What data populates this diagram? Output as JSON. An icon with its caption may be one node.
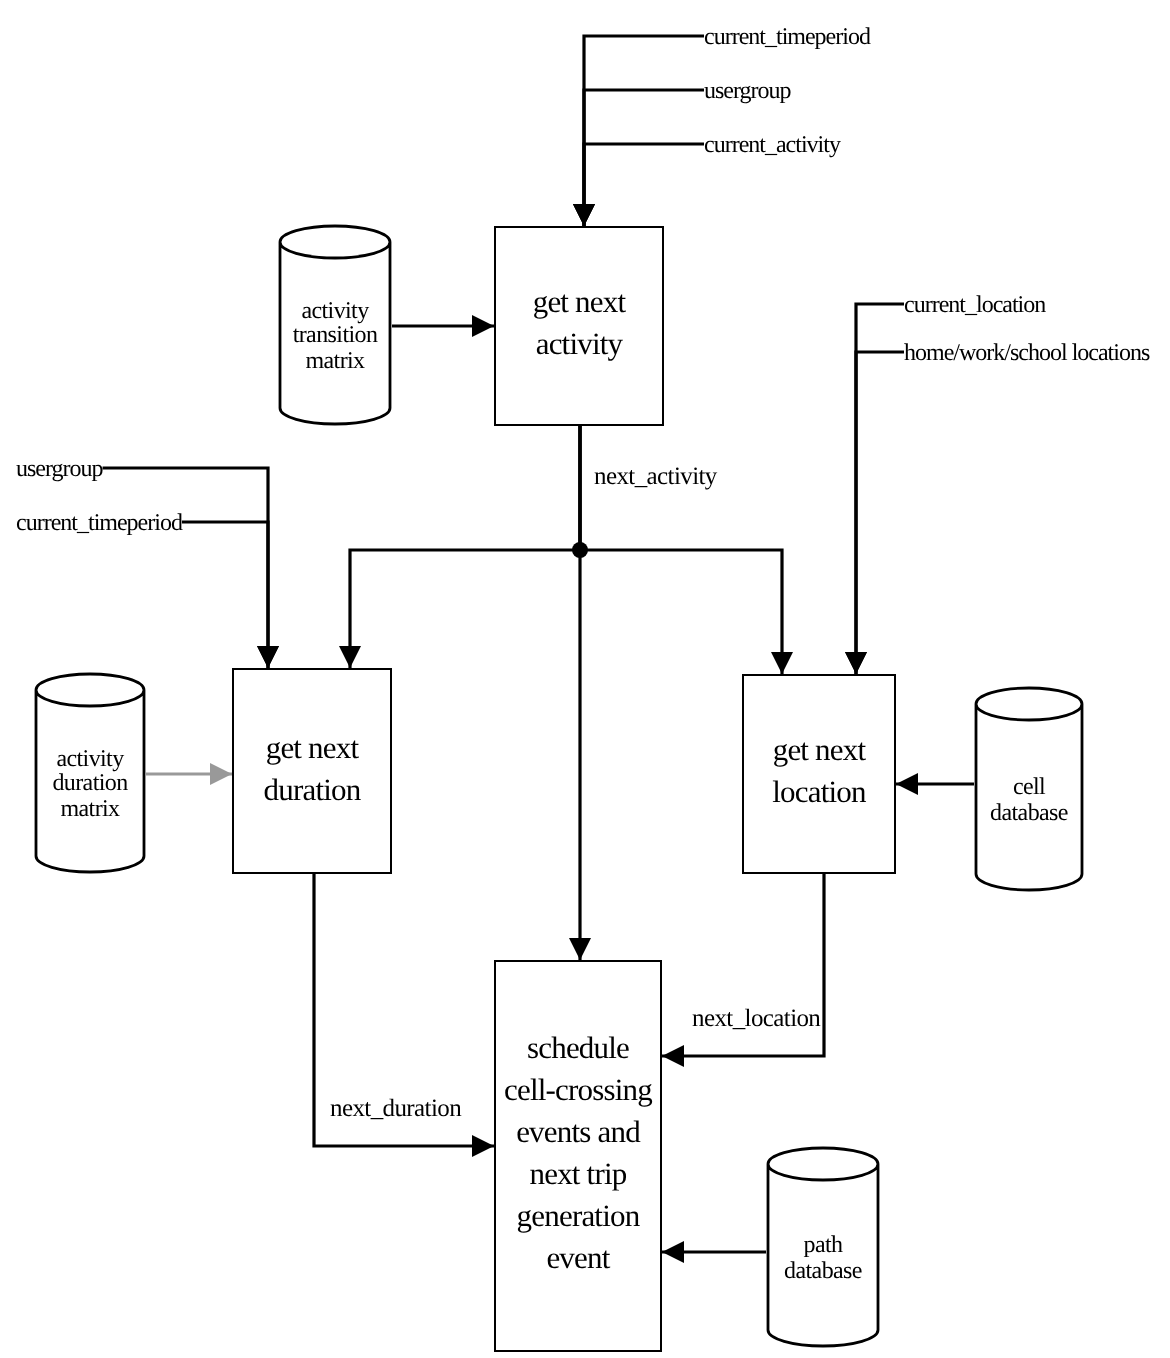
{
  "diagram": {
    "nodes": [
      {
        "text": [
          "get next activity"
        ]
      },
      {
        "text": [
          "activity transition matrix"
        ]
      },
      {
        "text": [
          "get next duration"
        ]
      },
      {
        "text": [
          "activity duration matrix"
        ]
      },
      {
        "text": [
          "get next location"
        ]
      },
      {
        "text": [
          "cell database"
        ]
      },
      {
        "text": [
          "schedule cell-crossing events and next trip generation event"
        ]
      },
      {
        "text": [
          "path database"
        ]
      },
      {
        "text": [
          "current_timeperiod"
        ]
      },
      {
        "text": [
          "usergroup"
        ]
      },
      {
        "text": [
          "current_activity"
        ]
      },
      {
        "text": [
          "current_location"
        ]
      },
      {
        "text": [
          "home/work/school locations"
        ]
      },
      {
        "text": [
          "usergroup"
        ]
      },
      {
        "text": [
          "current_timeperiod"
        ]
      }
    ],
    "edges": [
      {
        "from": 8,
        "to": 0,
        "arrow": "to"
      },
      {
        "from": 9,
        "to": 0,
        "arrow": "to"
      },
      {
        "from": 10,
        "to": 0,
        "arrow": "to"
      },
      {
        "from": 1,
        "to": 0,
        "arrow": "to"
      },
      {
        "from": 0,
        "to": 6,
        "arrow": "to",
        "label": "next_activity"
      },
      {
        "from": 0,
        "to": 2,
        "arrow": "to"
      },
      {
        "from": 0,
        "to": 4,
        "arrow": "to"
      },
      {
        "from": 11,
        "to": 4,
        "arrow": "to"
      },
      {
        "from": 12,
        "to": 4,
        "arrow": "to"
      },
      {
        "from": 13,
        "to": 2,
        "arrow": "to"
      },
      {
        "from": 14,
        "to": 2,
        "arrow": "to"
      },
      {
        "from": 3,
        "to": 2,
        "arrow": "to",
        "color": "#999999"
      },
      {
        "from": 5,
        "to": 4,
        "arrow": "to"
      },
      {
        "from": 2,
        "to": 6,
        "arrow": "to",
        "label": "next_duration"
      },
      {
        "from": 4,
        "to": 6,
        "arrow": "to",
        "label": "next_location"
      },
      {
        "from": 7,
        "to": 6,
        "arrow": "to"
      }
    ]
  }
}
